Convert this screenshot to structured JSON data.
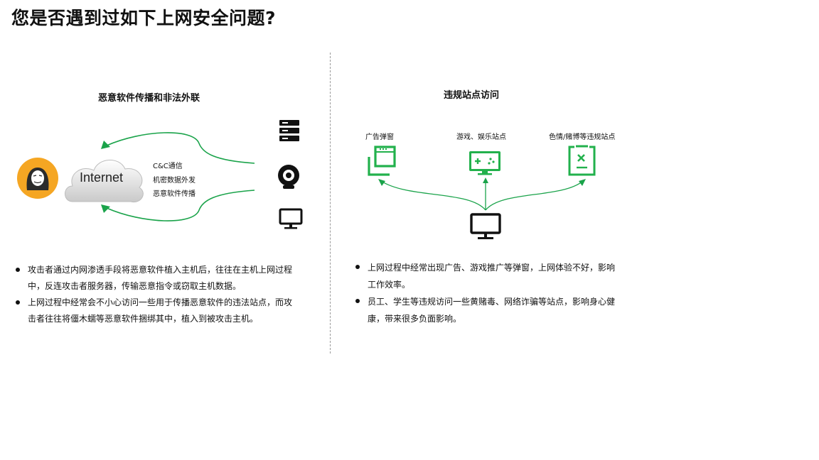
{
  "page": {
    "title": "您是否遇到过如下上网安全问题?"
  },
  "left": {
    "title": "恶意软件传播和非法外联",
    "cloud_label": "Internet",
    "cc_lines": [
      "C&C通信",
      "机密数据外发",
      "恶意软件传播"
    ],
    "bullets": [
      "攻击者通过内网渗透手段将恶意软件植入主机后，往往在主机上网过程中，反连攻击者服务器，传输恶意指令或窃取主机数据。",
      "上网过程中经常会不小心访问一些用于传播恶意软件的违法站点，而攻击者往往将僵木蠕等恶意软件捆绑其中，植入到被攻击主机。"
    ],
    "icons": [
      "hacker-icon",
      "cloud-icon",
      "server-icon",
      "webcam-icon",
      "monitor-icon"
    ]
  },
  "right": {
    "title": "违规站点访问",
    "labels": [
      "广告弹窗",
      "游戏、娱乐站点",
      "色情/赌博等违规站点"
    ],
    "bullets": [
      "上网过程中经常出现广告、游戏推广等弹窗，上网体验不好，影响工作效率。",
      "员工、学生等违规访问一些黄赌毒、网络诈骗等站点，影响身心健康，带来很多负面影响。"
    ],
    "icons": [
      "popup-window-icon",
      "gamepad-icon",
      "blocked-site-icon",
      "monitor-icon"
    ]
  },
  "colors": {
    "accent_green": "#22b14c",
    "line_green": "#1aa34a",
    "hacker_orange": "#f5a623"
  }
}
